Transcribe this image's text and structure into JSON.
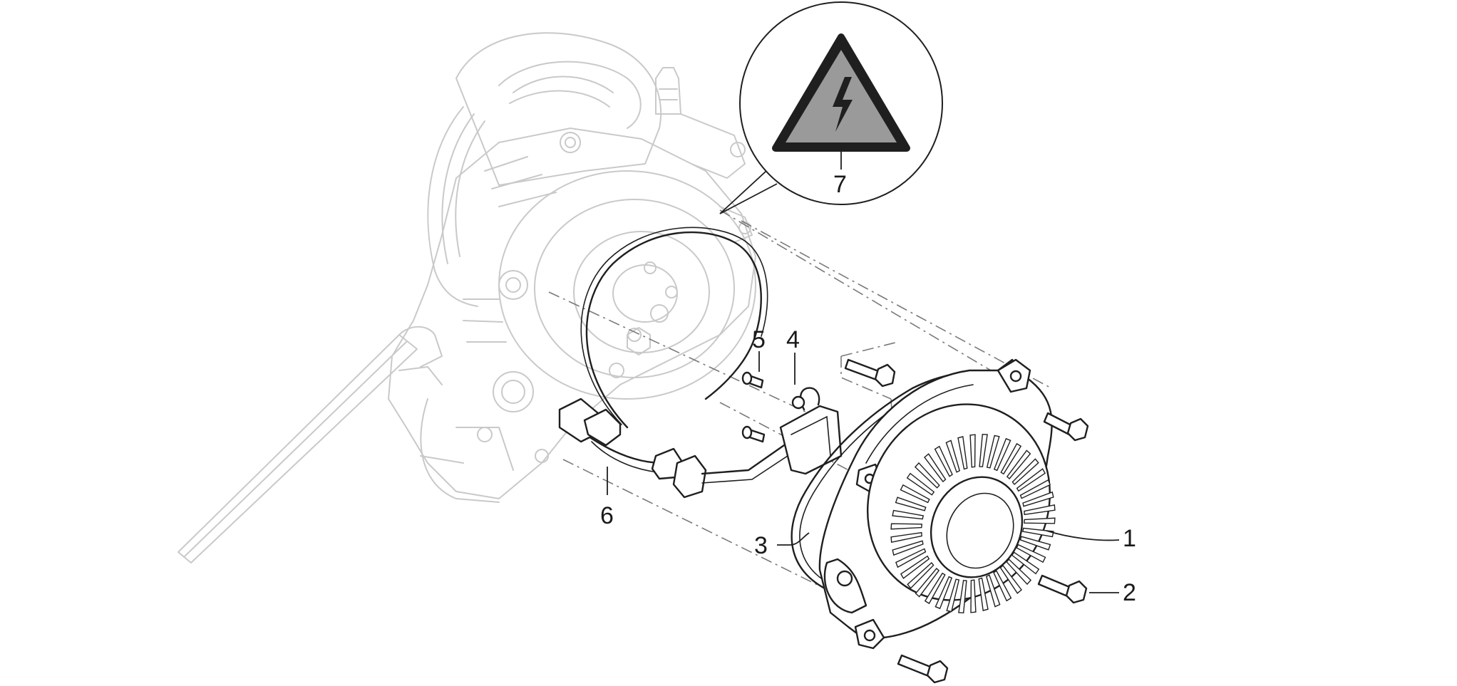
{
  "callouts": {
    "c1": "1",
    "c2": "2",
    "c3": "3",
    "c4": "4",
    "c5": "5",
    "c6": "6",
    "c7": "7"
  },
  "icons": {
    "warning": "high-voltage-warning-icon"
  },
  "colors": {
    "line": "#1f1f1f",
    "ghost": "#c9c9c9",
    "warning_fill": "#9a9a9a"
  }
}
